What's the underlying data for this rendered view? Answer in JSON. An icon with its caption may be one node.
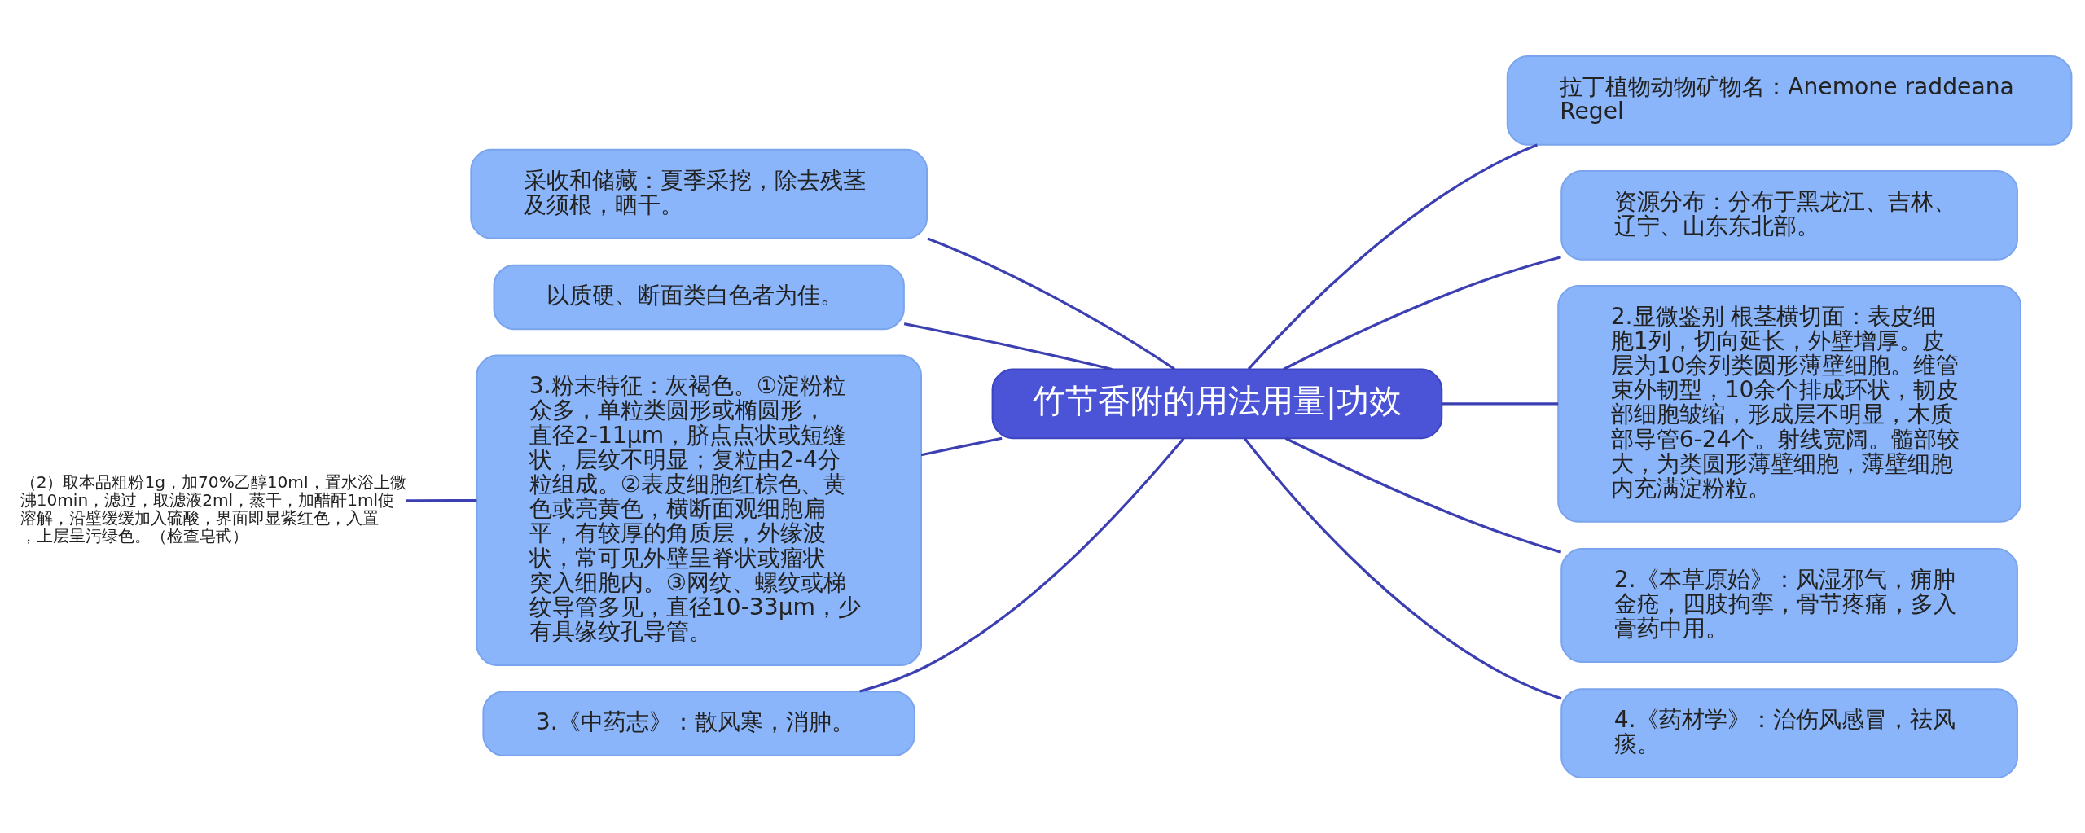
{
  "diagram": {
    "nodes": [
      {
        "text": [
          "竹节香附的用法用量|功效"
        ]
      },
      {
        "text": [
          "采收和储藏：夏季采挖，除去残茎及须根，晒干。"
        ]
      },
      {
        "text": [
          "以质硬、断面类白色者为佳。"
        ]
      },
      {
        "text": [
          "3.粉末特征：灰褐色。①淀粉粒众多，单粒类圆形或椭圆形，直径2-11μm，脐点点状或短缝状，层纹不明显；复粒由2-4分粒组成。②表皮细胞红棕色、黄色或亮黄色，横断面观细胞扁平，有较厚的角质层，外缘波状，常可见外壁呈脊状或瘤状突入细胞内。③网纹、螺纹或梯纹导管多见，直径10-33μm，少有具缘纹孔导管。"
        ]
      },
      {
        "text": [
          "（2）取本品粗粉1g，加70%乙醇10ml，置水浴上微沸10min，滤过，取滤液2ml，蒸干，加醋酐1ml使溶解，沿壁缓缓加入硫酸，界面即显紫红色，入置，上层呈污绿色。（检查皂甙）"
        ]
      },
      {
        "text": [
          "3.《中药志》：散风寒，消肿。"
        ]
      },
      {
        "text": [
          "拉丁植物动物矿物名：Anemone raddeana Regel"
        ]
      },
      {
        "text": [
          "资源分布：分布于黑龙江、吉林、辽宁、山东东北部。"
        ]
      },
      {
        "text": [
          "2.显微鉴别 根茎横切面：表皮细胞1列，切向延长，外壁增厚。皮层为10余列类圆形薄壁细胞。维管束外韧型，10余个排成环状，韧皮部细胞皱缩，形成层不明显，木质部导管6-24个。射线宽阔。髓部较大，为类圆形薄壁细胞，薄壁细胞内充满淀粉粒。"
        ]
      },
      {
        "text": [
          "2.《本草原始》：风湿邪气，痈肿金疮，四肢拘挛，骨节疼痛，多入膏药中用。"
        ]
      },
      {
        "text": [
          "4.《药材学》：治伤风感冒，祛风痰。"
        ]
      }
    ],
    "edges": [
      {
        "from": 0,
        "to": 1,
        "arrow": "none"
      },
      {
        "from": 0,
        "to": 2,
        "arrow": "none"
      },
      {
        "from": 0,
        "to": 3,
        "arrow": "none"
      },
      {
        "from": 3,
        "to": 4,
        "arrow": "none"
      },
      {
        "from": 0,
        "to": 5,
        "arrow": "none"
      },
      {
        "from": 0,
        "to": 6,
        "arrow": "none"
      },
      {
        "from": 0,
        "to": 7,
        "arrow": "none"
      },
      {
        "from": 0,
        "to": 8,
        "arrow": "none"
      },
      {
        "from": 0,
        "to": 9,
        "arrow": "none"
      },
      {
        "from": 0,
        "to": 10,
        "arrow": "none"
      }
    ]
  }
}
